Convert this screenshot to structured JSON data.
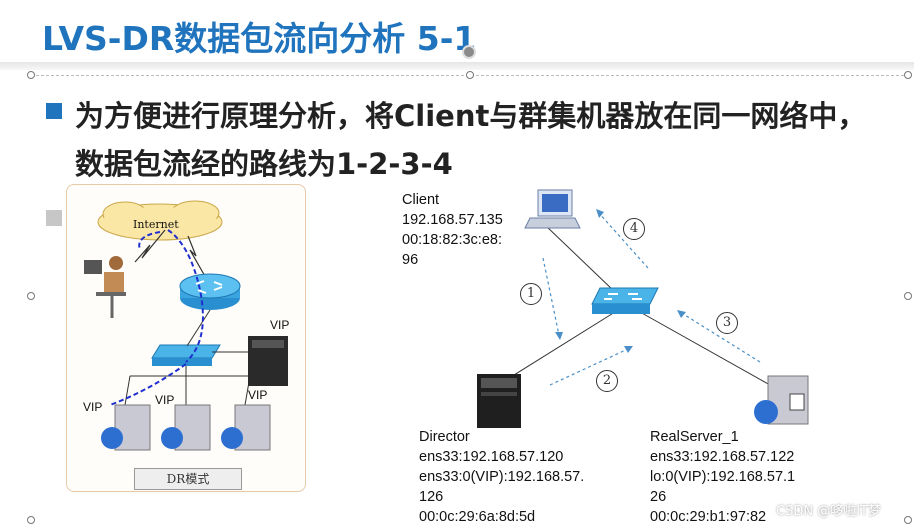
{
  "slide": {
    "title": "LVS-DR数据包流向分析 5-1",
    "bullet_text": "为方便进行原理分析，将Client与群集机器放在同一网络中，数据包流经的路线为1-2-3-4"
  },
  "left_diagram": {
    "internet_label": "Internet",
    "vip_labels": [
      "VIP",
      "VIP",
      "VIP",
      "VIP"
    ],
    "mode_label": "DR模式"
  },
  "right_diagram": {
    "client_text": "Client\n192.168.57.135\n00:18:82:3c:e8:\n96",
    "director_text": "Director\nens33:192.168.57.120\nens33:0(VIP):192.168.57.\n126\n00:0c:29:6a:8d:5d",
    "realserver_text": "RealServer_1\nens33:192.168.57.122\nlo:0(VIP):192.168.57.1\n26\n00:0c:29:b1:97:82",
    "steps": [
      "1",
      "2",
      "3",
      "4"
    ]
  },
  "watermark": "CSDN @哆啦IT梦",
  "colors": {
    "title": "#1f74bd",
    "bullet": "#1f74bd",
    "switch": "#2a9fd6",
    "arrow": "#4a8fc7"
  }
}
